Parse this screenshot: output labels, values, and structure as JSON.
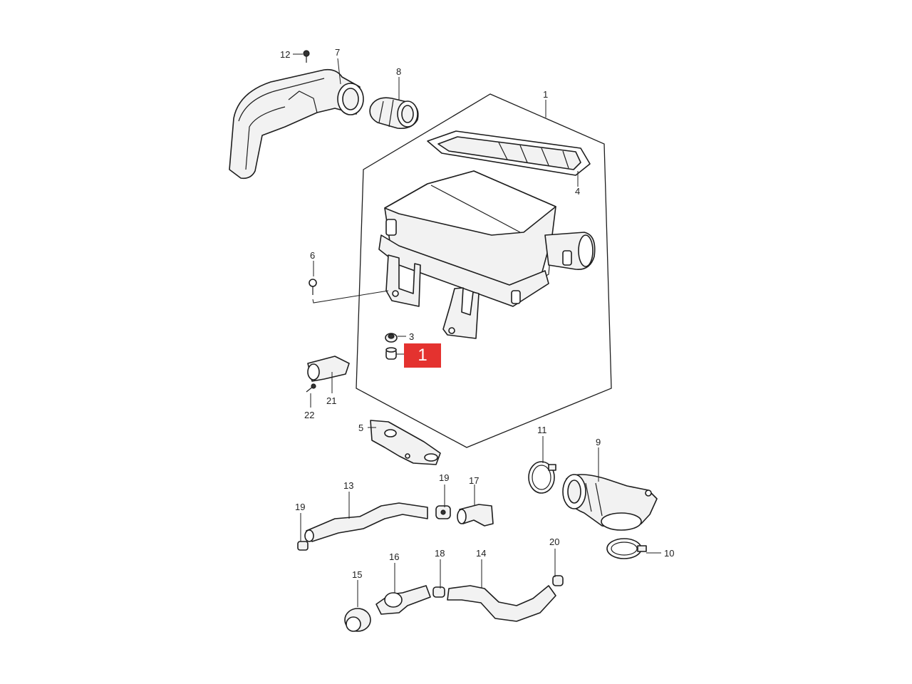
{
  "diagram": {
    "labels": {
      "p1": "1",
      "p3": "3",
      "p4": "4",
      "p5": "5",
      "p6": "6",
      "p7": "7",
      "p8": "8",
      "p9": "9",
      "p10": "10",
      "p11": "11",
      "p12": "12",
      "p13": "13",
      "p14": "14",
      "p15": "15",
      "p16": "16",
      "p17": "17",
      "p18": "18",
      "p19a": "19",
      "p19b": "19",
      "p20": "20",
      "p21": "21",
      "p22": "22"
    },
    "highlight": {
      "label": "1",
      "color": "#e4322f"
    }
  }
}
